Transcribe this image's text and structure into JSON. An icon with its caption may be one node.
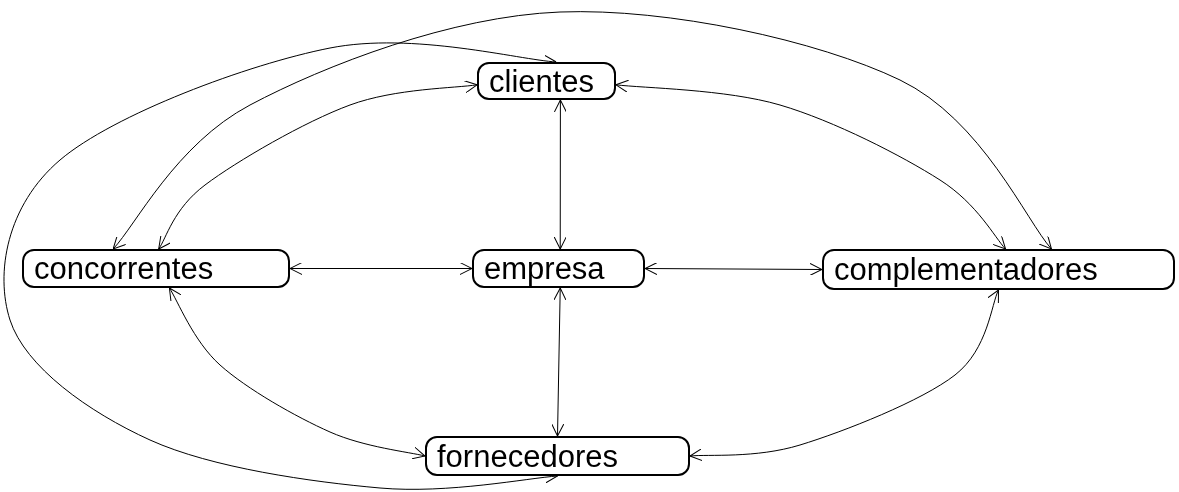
{
  "diagram": {
    "nodes": [
      {
        "text": [
          "clientes"
        ]
      },
      {
        "text": [
          "concorrentes"
        ]
      },
      {
        "text": [
          "empresa"
        ]
      },
      {
        "text": [
          "complementadores"
        ]
      },
      {
        "text": [
          "fornecedores"
        ]
      }
    ],
    "edges": [
      {
        "from": 0,
        "to": 2,
        "arrow": "both"
      },
      {
        "from": 1,
        "to": 2,
        "arrow": "both"
      },
      {
        "from": 2,
        "to": 3,
        "arrow": "both"
      },
      {
        "from": 2,
        "to": 4,
        "arrow": "both"
      },
      {
        "from": 0,
        "to": 1,
        "arrow": "both"
      },
      {
        "from": 0,
        "to": 3,
        "arrow": "both"
      },
      {
        "from": 1,
        "to": 4,
        "arrow": "both"
      },
      {
        "from": 3,
        "to": 4,
        "arrow": "both"
      },
      {
        "from": 0,
        "to": 4,
        "arrow": "both"
      },
      {
        "from": 1,
        "to": 3,
        "arrow": "both"
      }
    ]
  }
}
